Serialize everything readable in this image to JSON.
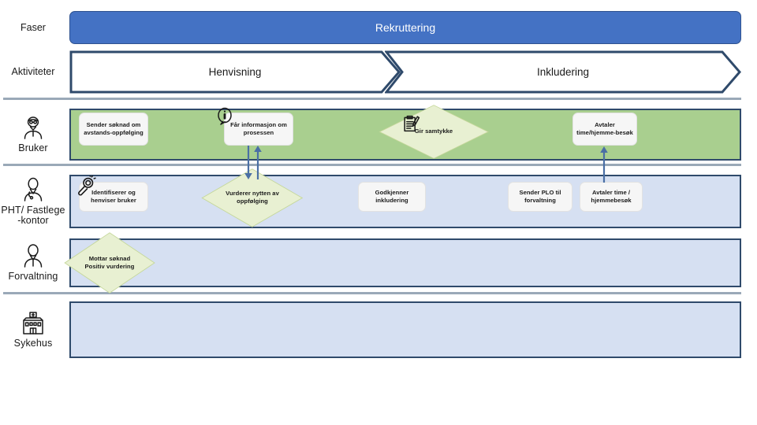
{
  "header": {
    "phase_row_label": "Faser",
    "activity_row_label": "Aktiviteter",
    "phase_title": "Rekruttering",
    "activities": [
      {
        "label": "Henvisning"
      },
      {
        "label": "Inkludering"
      }
    ]
  },
  "colors": {
    "phase_fill": "#4472c4",
    "phase_border": "#2f528f",
    "lane_border": "#2f4a6b",
    "lane_green": "#a9cf8f",
    "lane_blue": "#d6e0f2",
    "node_fill": "#f6f6f6",
    "diamond_fill": "#e8f0d2",
    "diamond_border": "#c5d79a",
    "connector": "#4a6fa5",
    "separator": "#9aa9b8"
  },
  "lanes": [
    {
      "id": "bruker",
      "label": "Bruker",
      "icon": "user-patient-icon",
      "fill": "green",
      "nodes": [
        {
          "id": "sender-soknad",
          "shape": "rect",
          "icon": null,
          "label": "Sender søknad om avstands-oppfølging"
        },
        {
          "id": "far-informasjon",
          "shape": "rect",
          "icon": "info-bubble-icon",
          "label": "Får informasjon om prosessen"
        },
        {
          "id": "gir-samtykke",
          "shape": "diamond",
          "icon": "clipboard-pen-icon",
          "label": "Gir samtykke"
        },
        {
          "id": "avtaler-time-hjemmebesok-bruker",
          "shape": "rect",
          "icon": null,
          "label": "Avtaler time/hjemme-besøk"
        }
      ]
    },
    {
      "id": "pht-fastlegekontor",
      "label": "PHT/ Fastlege -kontor",
      "label_line1": "PHT/ Fastlege",
      "label_line2": "-kontor",
      "icon": "doctor-icon",
      "fill": "blue",
      "nodes": [
        {
          "id": "identifiserer-henviser",
          "shape": "rect",
          "icon": "magnifier-icon",
          "label": "Identifiserer og henviser bruker"
        },
        {
          "id": "vurderer-nytten",
          "shape": "diamond",
          "icon": null,
          "label": "Vurderer nytten av oppfølging"
        },
        {
          "id": "godkjenner-inkludering",
          "shape": "rect",
          "icon": null,
          "label": "Godkjenner inkludering"
        },
        {
          "id": "sender-plo",
          "shape": "rect",
          "icon": null,
          "label": "Sender PLO til forvaltning"
        },
        {
          "id": "avtaler-time-hjemmebesok-pht",
          "shape": "rect",
          "icon": null,
          "label": "Avtaler time / hjemmebesøk"
        }
      ]
    },
    {
      "id": "forvaltning",
      "label": "Forvaltning",
      "icon": "caseworker-icon",
      "fill": "blue",
      "nodes": [
        {
          "id": "mottar-soknad",
          "shape": "diamond",
          "icon": null,
          "label": "Mottar søknad Positiv vurdering"
        }
      ]
    },
    {
      "id": "sykehus",
      "label": "Sykehus",
      "icon": "hospital-icon",
      "fill": "blue",
      "nodes": []
    }
  ],
  "connectors": [
    {
      "id": "conn-down-pht-to-bruker",
      "direction": "down"
    },
    {
      "id": "conn-up-bruker-to-pht",
      "direction": "up"
    },
    {
      "id": "conn-up-avtaler",
      "direction": "up"
    }
  ]
}
